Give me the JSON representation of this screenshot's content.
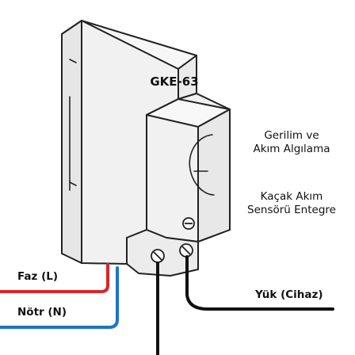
{
  "device": {
    "model": "GKE-63"
  },
  "features": {
    "voltage_current": "Gerilim ve\nAkım Algılama",
    "leakage": "Kaçak Akım\nSensörü Entegre"
  },
  "wires": {
    "phase": "Faz (L)",
    "neutral": "Nötr (N)",
    "load": "Yük (Cihaz)",
    "phase_color": "#d9252a",
    "neutral_color": "#1b74c9",
    "load_color": "#111111"
  }
}
